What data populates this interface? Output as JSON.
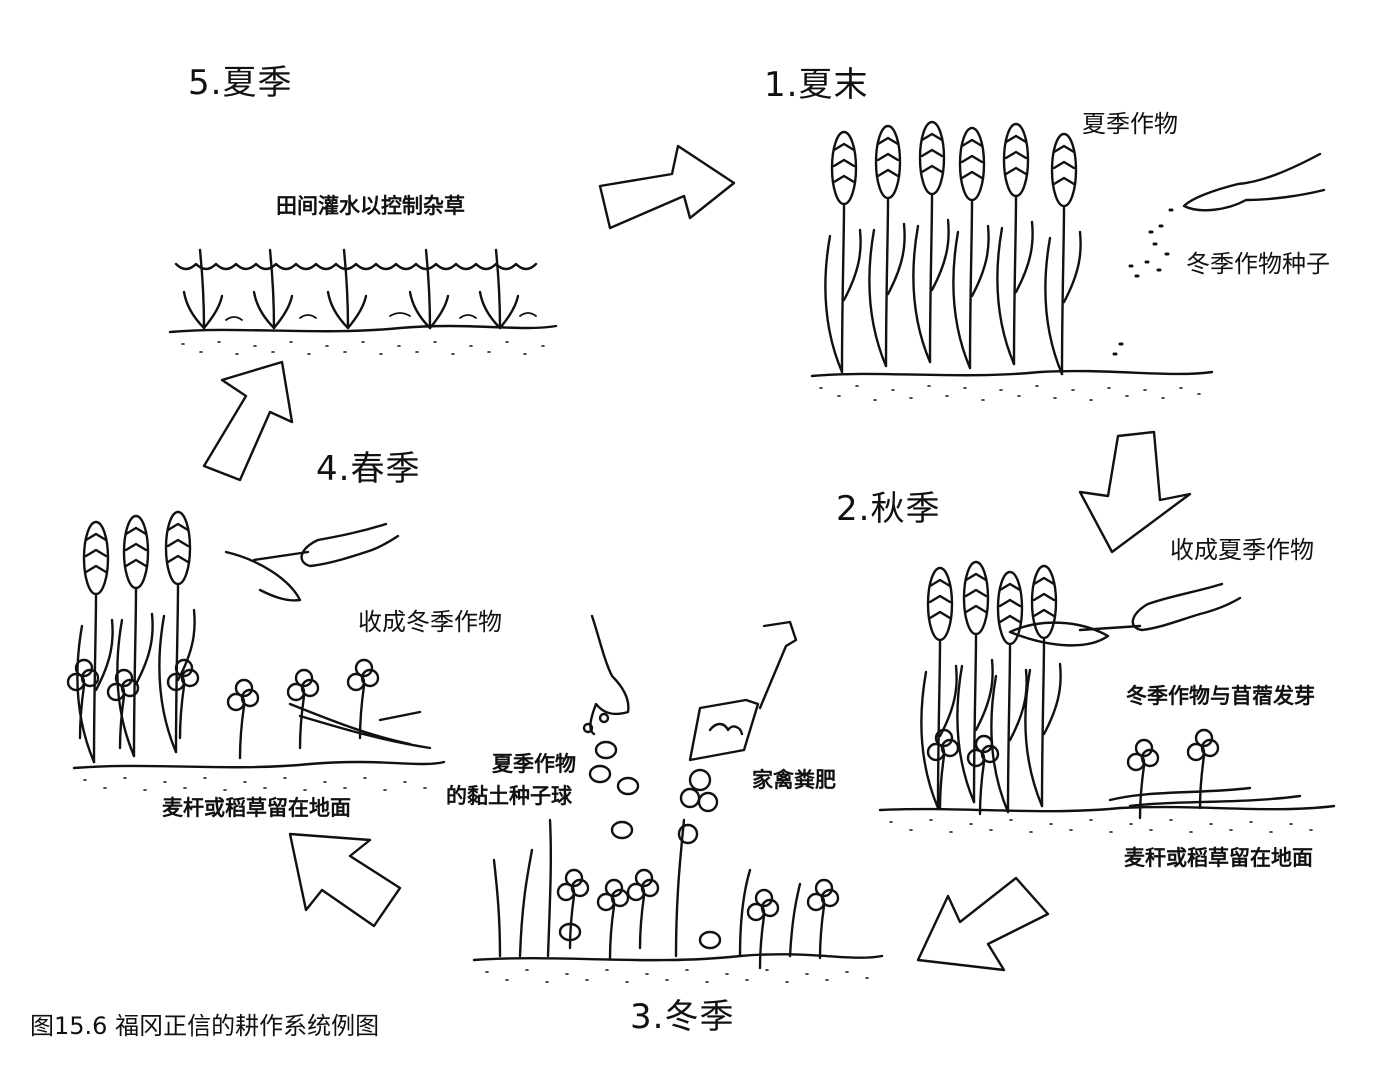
{
  "stages": {
    "s1": "1.夏末",
    "s2": "2.秋季",
    "s3": "3.冬季",
    "s4": "4.春季",
    "s5": "5.夏季"
  },
  "labels": {
    "summer_crop": "夏季作物",
    "winter_seeds": "冬季作物种子",
    "harvest_summer": "收成夏季作物",
    "sprout": "冬季作物与苜蓿发芽",
    "straw_right": "麦秆或稻草留在地面",
    "manure": "家禽粪肥",
    "clay_line1": "夏季作物",
    "clay_line2": "的黏土种子球",
    "harvest_winter": "收成冬季作物",
    "straw_left": "麦杆或稻草留在地面",
    "flood": "田间灌水以控制杂草"
  },
  "caption": "图15.6 福冈正信的耕作系统例图",
  "colors": {
    "ink": "#111111",
    "paper": "#ffffff"
  }
}
